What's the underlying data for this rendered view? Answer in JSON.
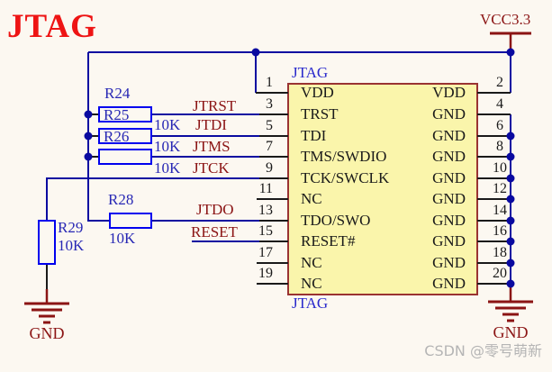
{
  "title": "JTAG",
  "watermark": "CSDN @零号萌新",
  "colors": {
    "background": "#fcf8f1",
    "wire": "#0a0aa0",
    "resistor_outline": "#0000ee",
    "net_label": "#8b1414",
    "power_symbol": "#8b1414",
    "connector_fill": "#faf5ab",
    "connector_border": "#9a3332",
    "title_red": "#ee1414",
    "designator_blue": "#2727b4",
    "pin_text": "#1a1a1a",
    "watermark_gray": "#b5b5b5"
  },
  "power": {
    "vcc": "VCC3.3",
    "gnd_left": "GND",
    "gnd_right": "GND"
  },
  "connector": {
    "label_top": "JTAG",
    "label_bottom": "JTAG",
    "left_pins": [
      {
        "number": "1",
        "name": "VDD"
      },
      {
        "number": "3",
        "name": "TRST"
      },
      {
        "number": "5",
        "name": "TDI"
      },
      {
        "number": "7",
        "name": "TMS/SWDIO"
      },
      {
        "number": "9",
        "name": "TCK/SWCLK"
      },
      {
        "number": "11",
        "name": "NC"
      },
      {
        "number": "13",
        "name": "TDO/SWO"
      },
      {
        "number": "15",
        "name": "RESET#"
      },
      {
        "number": "17",
        "name": "NC"
      },
      {
        "number": "19",
        "name": "NC"
      }
    ],
    "right_pins": [
      {
        "number": "2",
        "name": "VDD"
      },
      {
        "number": "4",
        "name": "GND"
      },
      {
        "number": "6",
        "name": "GND"
      },
      {
        "number": "8",
        "name": "GND"
      },
      {
        "number": "10",
        "name": "GND"
      },
      {
        "number": "12",
        "name": "GND"
      },
      {
        "number": "14",
        "name": "GND"
      },
      {
        "number": "16",
        "name": "GND"
      },
      {
        "number": "18",
        "name": "GND"
      },
      {
        "number": "20",
        "name": "GND"
      }
    ]
  },
  "resistors": {
    "r24": {
      "designator": "R24",
      "value": "10K"
    },
    "r25": {
      "designator": "R25",
      "value": "10K"
    },
    "r26": {
      "designator": "R26",
      "value": "10K"
    },
    "r28": {
      "designator": "R28",
      "value": "10K"
    },
    "r29": {
      "designator": "R29",
      "value": "10K"
    }
  },
  "net_labels": {
    "jtrst": "JTRST",
    "jtdi": "JTDI",
    "jtms": "JTMS",
    "jtck": "JTCK",
    "jtdo": "JTDO",
    "reset": "RESET"
  }
}
